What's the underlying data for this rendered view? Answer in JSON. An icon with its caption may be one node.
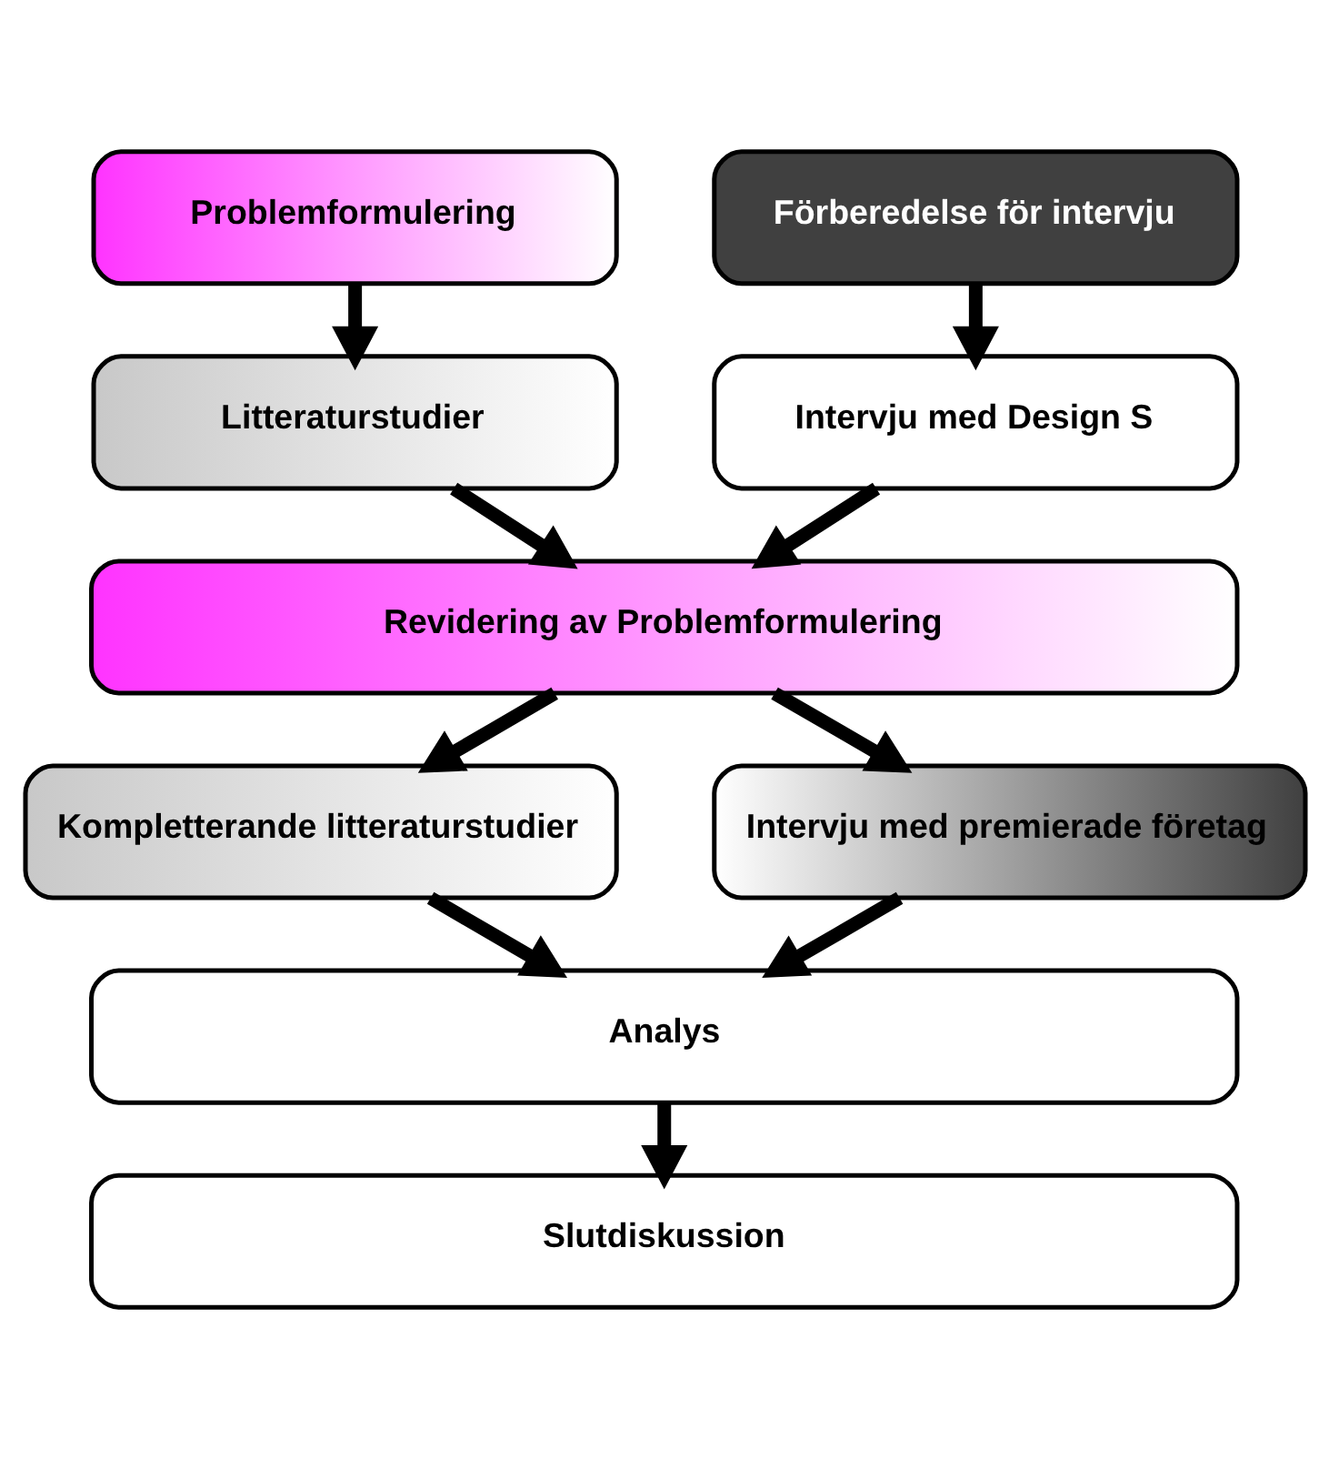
{
  "diagram": {
    "nodes": [
      {
        "text": [
          "Problemformulering"
        ]
      },
      {
        "text": [
          "Förberedelse för intervju"
        ]
      },
      {
        "text": [
          "Litteraturstudier"
        ]
      },
      {
        "text": [
          "Intervju med Design S"
        ]
      },
      {
        "text": [
          "Revidering av Problemformulering"
        ]
      },
      {
        "text": [
          "Kompletterande litteraturstudier"
        ]
      },
      {
        "text": [
          "Intervju med premierade företag"
        ]
      },
      {
        "text": [
          "Analys"
        ]
      },
      {
        "text": [
          "Slutdiskussion"
        ]
      }
    ],
    "edges": [
      {
        "from": 0,
        "to": 2,
        "arrow": "to"
      },
      {
        "from": 1,
        "to": 3,
        "arrow": "to"
      },
      {
        "from": 2,
        "to": 4,
        "arrow": "to"
      },
      {
        "from": 3,
        "to": 4,
        "arrow": "to"
      },
      {
        "from": 4,
        "to": 5,
        "arrow": "to"
      },
      {
        "from": 4,
        "to": 6,
        "arrow": "to"
      },
      {
        "from": 5,
        "to": 7,
        "arrow": "to"
      },
      {
        "from": 6,
        "to": 7,
        "arrow": "to"
      },
      {
        "from": 7,
        "to": 8,
        "arrow": "to"
      }
    ]
  }
}
